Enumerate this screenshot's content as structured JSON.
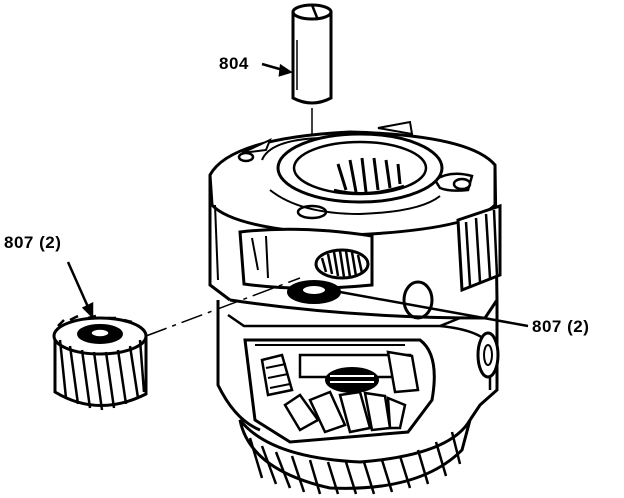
{
  "labels": {
    "pin": "804",
    "gear_left": "807 (2)",
    "washer_right": "807 (2)"
  },
  "colors": {
    "ink": "#000000",
    "paper": "#ffffff"
  }
}
